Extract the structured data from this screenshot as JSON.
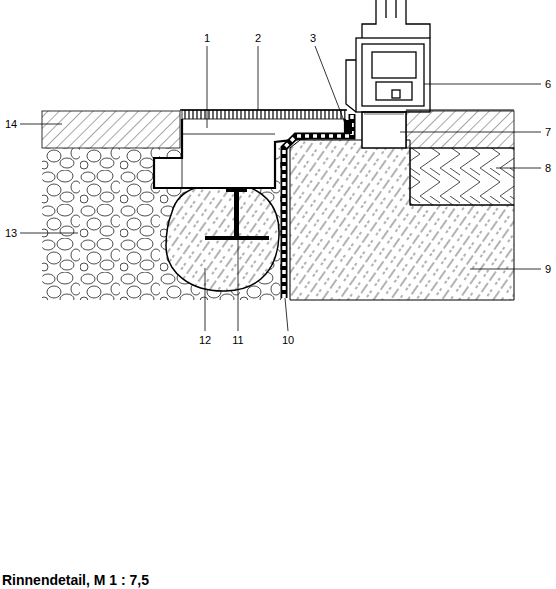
{
  "diagram": {
    "caption": "Rinnendetail, M 1 : 7,5",
    "labels": [
      "1",
      "2",
      "3",
      "6",
      "7",
      "8",
      "9",
      "10",
      "11",
      "12",
      "13",
      "14"
    ]
  }
}
